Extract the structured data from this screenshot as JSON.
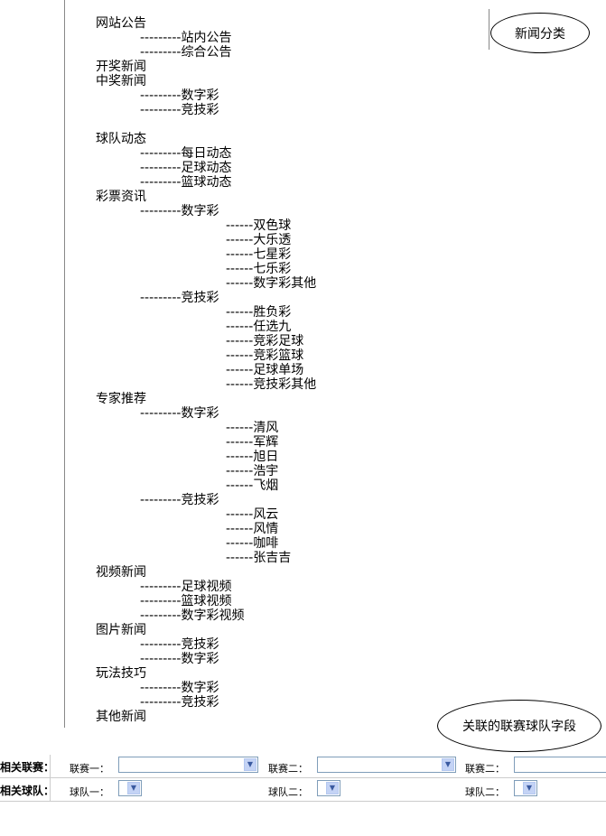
{
  "tree": [
    {
      "level": 1,
      "text": "网站公告"
    },
    {
      "level": 2,
      "text": "站内公告"
    },
    {
      "level": 2,
      "text": "综合公告"
    },
    {
      "level": 1,
      "text": "开奖新闻"
    },
    {
      "level": 1,
      "text": "中奖新闻"
    },
    {
      "level": 2,
      "text": "数字彩"
    },
    {
      "level": 2,
      "text": "竞技彩"
    },
    {
      "level": 0,
      "text": ""
    },
    {
      "level": 1,
      "text": "球队动态"
    },
    {
      "level": 2,
      "text": "每日动态"
    },
    {
      "level": 2,
      "text": "足球动态"
    },
    {
      "level": 2,
      "text": "篮球动态"
    },
    {
      "level": 1,
      "text": "彩票资讯"
    },
    {
      "level": 2,
      "text": "数字彩"
    },
    {
      "level": 3,
      "text": "双色球"
    },
    {
      "level": 3,
      "text": "大乐透"
    },
    {
      "level": 3,
      "text": "七星彩"
    },
    {
      "level": 3,
      "text": "七乐彩"
    },
    {
      "level": 3,
      "text": "数字彩其他"
    },
    {
      "level": 2,
      "text": "竞技彩"
    },
    {
      "level": 3,
      "text": "胜负彩"
    },
    {
      "level": 3,
      "text": "任选九"
    },
    {
      "level": 3,
      "text": "竞彩足球"
    },
    {
      "level": 3,
      "text": "竞彩篮球"
    },
    {
      "level": 3,
      "text": "足球单场"
    },
    {
      "level": 3,
      "text": "竞技彩其他"
    },
    {
      "level": 1,
      "text": "专家推荐"
    },
    {
      "level": 2,
      "text": "数字彩"
    },
    {
      "level": 3,
      "text": "清风"
    },
    {
      "level": 3,
      "text": "军辉"
    },
    {
      "level": 3,
      "text": "旭日"
    },
    {
      "level": 3,
      "text": "浩宇"
    },
    {
      "level": 3,
      "text": "飞烟"
    },
    {
      "level": 2,
      "text": "竞技彩"
    },
    {
      "level": 3,
      "text": "风云"
    },
    {
      "level": 3,
      "text": "风情"
    },
    {
      "level": 3,
      "text": "咖啡"
    },
    {
      "level": 3,
      "text": "张吉吉"
    },
    {
      "level": 1,
      "text": "视频新闻"
    },
    {
      "level": 2,
      "text": "足球视频"
    },
    {
      "level": 2,
      "text": "篮球视频"
    },
    {
      "level": 2,
      "text": "数字彩视频"
    },
    {
      "level": 1,
      "text": "图片新闻"
    },
    {
      "level": 2,
      "text": "竞技彩"
    },
    {
      "level": 2,
      "text": "数字彩"
    },
    {
      "level": 1,
      "text": "玩法技巧"
    },
    {
      "level": 2,
      "text": "数字彩"
    },
    {
      "level": 2,
      "text": "竞技彩"
    },
    {
      "level": 1,
      "text": "其他新闻"
    }
  ],
  "dashes": {
    "level2": "---------",
    "level3": "------"
  },
  "annotations": {
    "category": "新闻分类",
    "related": "关联的联赛球队字段"
  },
  "form": {
    "league_label": "相关联赛：",
    "league1": "联赛一：",
    "league2": "联赛二：",
    "league3": "联赛二：",
    "team_label": "相关球队：",
    "team1": "球队一：",
    "team2": "球队二：",
    "team3": "球队二："
  }
}
